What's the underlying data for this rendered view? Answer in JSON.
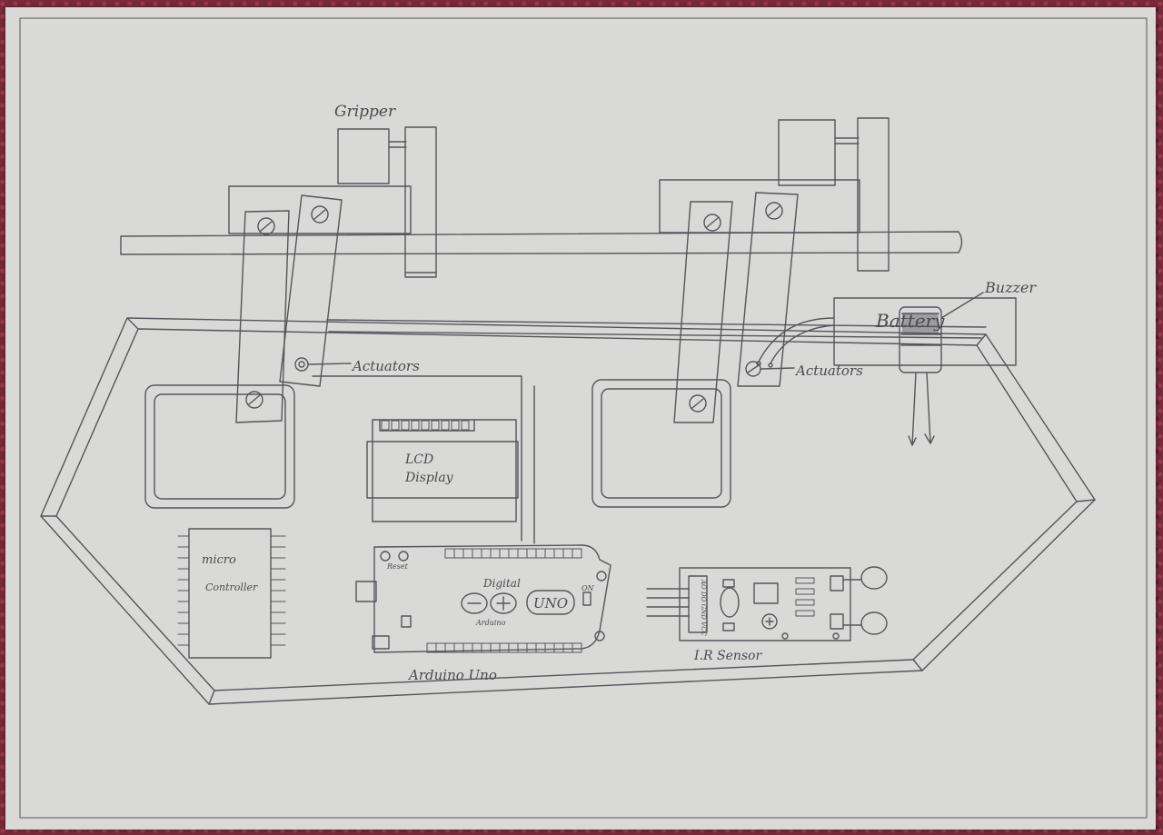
{
  "labels": {
    "gripper": "Gripper",
    "actuators_left": "Actuators",
    "actuators_right": "Actuators",
    "buzzer": "Buzzer",
    "lcd_line1": "LCD",
    "lcd_line2": "Display",
    "battery": "Battery",
    "micro_line1": "micro",
    "micro_line2": "Controller",
    "arduino_caption": "Arduino Uno",
    "arduino_digital": "Digital",
    "arduino_uno": "UNO",
    "arduino_on": "ON",
    "arduino_reset": "Reset",
    "arduino_brand": "Arduino",
    "ir_sensor": "I.R Sensor",
    "ir_pins": "AO DO GND VCC"
  },
  "colors": {
    "pencil": "#55555d",
    "paper": "#d9d9d7"
  }
}
